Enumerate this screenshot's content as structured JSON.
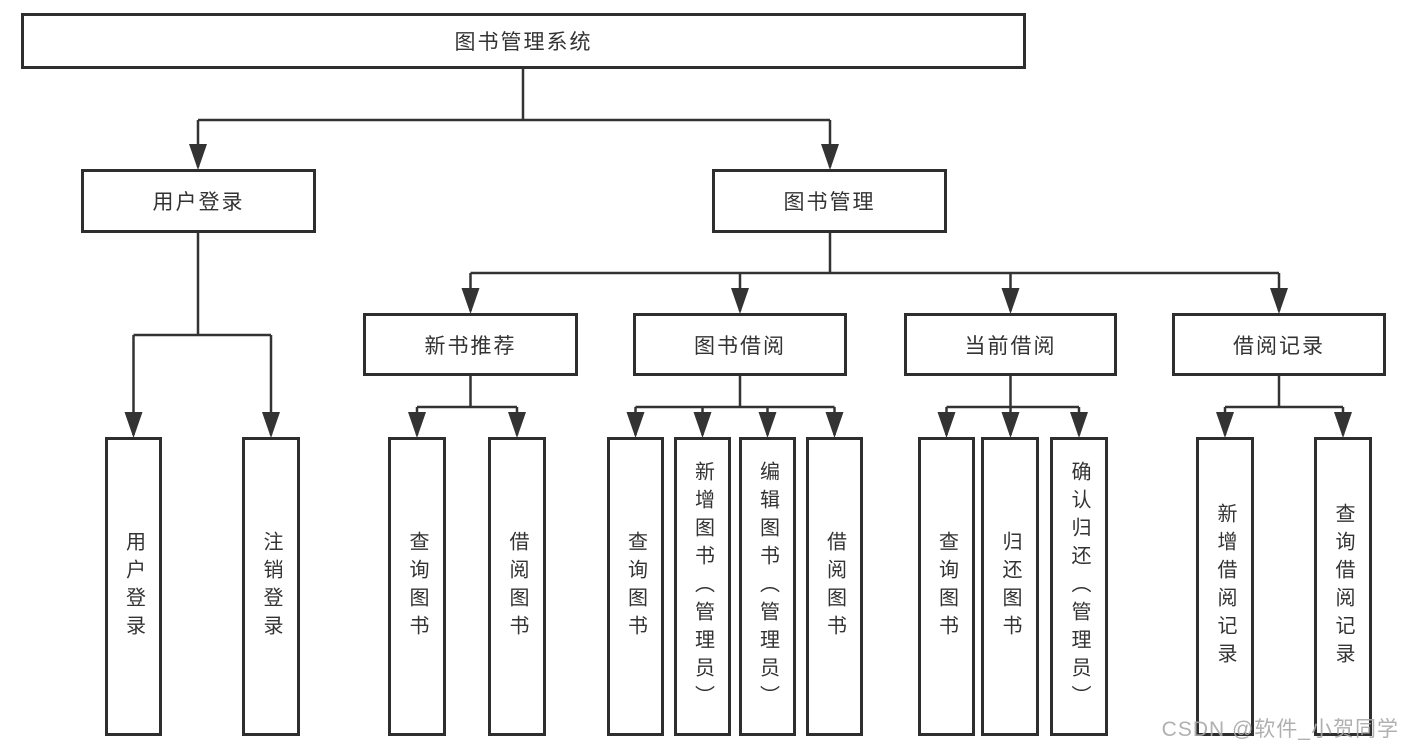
{
  "diagram": {
    "title": "图书管理系统",
    "level2": [
      "用户登录",
      "图书管理"
    ],
    "level3": [
      "新书推荐",
      "图书借阅",
      "当前借阅",
      "借阅记录"
    ],
    "leaves": {
      "user_login": [
        "用户登录",
        "注销登录"
      ],
      "new_books": [
        "查询图书",
        "借阅图书"
      ],
      "book_borrow": [
        "查询图书",
        "新增图书（管理员）",
        "编辑图书（管理员）",
        "借阅图书"
      ],
      "current_borrow": [
        "查询图书",
        "归还图书",
        "确认归还（管理员）"
      ],
      "borrow_records": [
        "新增借阅记录",
        "查询借阅记录"
      ]
    },
    "watermark": "CSDN @软件_小贺同学",
    "colors": {
      "line": "#333333",
      "border": "#2e2e2e",
      "fill": "#ffffff",
      "text": "#333333",
      "watermark": "#a8a8a8"
    }
  }
}
